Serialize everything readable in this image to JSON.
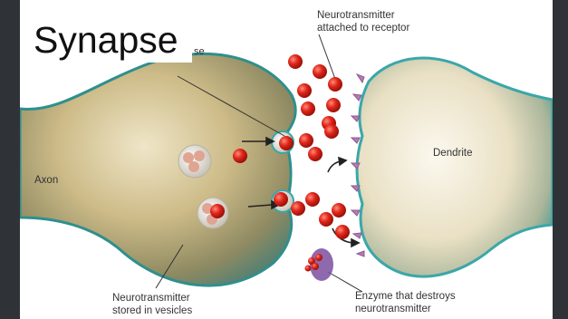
{
  "title": "Synapse",
  "title_tail": "se",
  "labels": {
    "receptor_line1": "Neurotransmitter",
    "receptor_line2": "attached to receptor",
    "dendrite": "Dendrite",
    "axon": "Axon",
    "vesicles_line1": "Neurotransmitter",
    "vesicles_line2": "stored in vesicles",
    "enzyme_line1": "Enzyme that destroys",
    "enzyme_line2": "neurotransmitter"
  },
  "colors": {
    "neurotransmitter": "#e0251b",
    "axon_body": "#c9b88a",
    "dendrite_body": "#e8dfc2",
    "membrane": "#3aa7a8",
    "receptor": "#b77ab5",
    "enzyme": "#7b4fa0"
  }
}
